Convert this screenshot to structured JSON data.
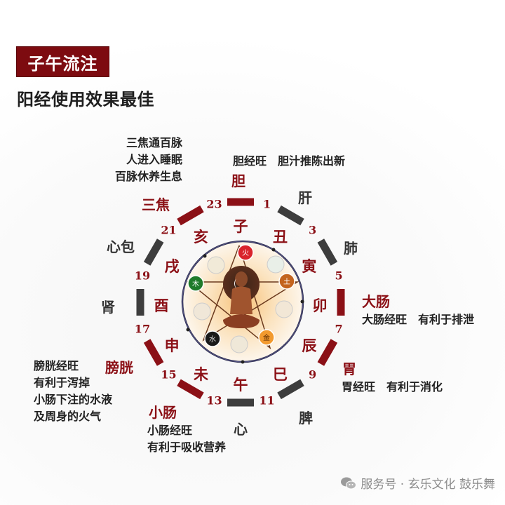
{
  "header": {
    "title": "子午流注",
    "subtitle": "阳经使用效果最佳"
  },
  "colors": {
    "accent_red": "#8b1016",
    "title_bg": "#7d0b10",
    "segment_red": "#8b1016",
    "segment_dark": "#3d3d3d",
    "text_dark": "#222222"
  },
  "clock": {
    "hours": [
      "1",
      "3",
      "5",
      "7",
      "9",
      "11",
      "13",
      "15",
      "17",
      "19",
      "21",
      "23"
    ],
    "branches": [
      "子",
      "丑",
      "寅",
      "卯",
      "辰",
      "巳",
      "午",
      "未",
      "申",
      "酉",
      "戌",
      "亥"
    ],
    "segments": [
      {
        "period": "23-1",
        "organ": "胆",
        "color": "red"
      },
      {
        "period": "1-3",
        "organ": "肝",
        "color": "dark"
      },
      {
        "period": "3-5",
        "organ": "肺",
        "color": "dark"
      },
      {
        "period": "5-7",
        "organ": "大肠",
        "color": "red"
      },
      {
        "period": "7-9",
        "organ": "胃",
        "color": "red"
      },
      {
        "period": "9-11",
        "organ": "脾",
        "color": "dark"
      },
      {
        "period": "11-13",
        "organ": "心",
        "color": "dark"
      },
      {
        "period": "13-15",
        "organ": "小肠",
        "color": "red"
      },
      {
        "period": "15-17",
        "organ": "膀胱",
        "color": "red"
      },
      {
        "period": "17-19",
        "organ": "肾",
        "color": "dark"
      },
      {
        "period": "19-21",
        "organ": "心包",
        "color": "dark"
      },
      {
        "period": "21-23",
        "organ": "三焦",
        "color": "red"
      }
    ]
  },
  "organs": {
    "gallbladder": "胆",
    "liver": "肝",
    "lung": "肺",
    "large_intestine": "大肠",
    "stomach": "胃",
    "spleen": "脾",
    "heart": "心",
    "small_intestine": "小肠",
    "bladder": "膀胱",
    "kidney": "肾",
    "pericardium": "心包",
    "sanjiao": "三焦"
  },
  "notes": {
    "sanjiao": [
      "三焦通百脉",
      "人进入睡眠",
      "百脉休养生息"
    ],
    "gallbladder": "胆经旺　胆汁推陈出新",
    "large_intestine": "大肠经旺　有利于排泄",
    "stomach": "胃经旺　有利于消化",
    "small_intestine": [
      "小肠经旺",
      "有利于吸收营养"
    ],
    "bladder": [
      "膀胱经旺",
      "有利于泻掉",
      "小肠下注的水液",
      "及周身的火气"
    ]
  },
  "center_image": {
    "elements": [
      "火",
      "土",
      "金",
      "水",
      "木"
    ],
    "description": "seated meditating figure with five-element pentagram"
  },
  "footer": {
    "text": "服务号 · 玄乐文化 鼓乐舞"
  }
}
